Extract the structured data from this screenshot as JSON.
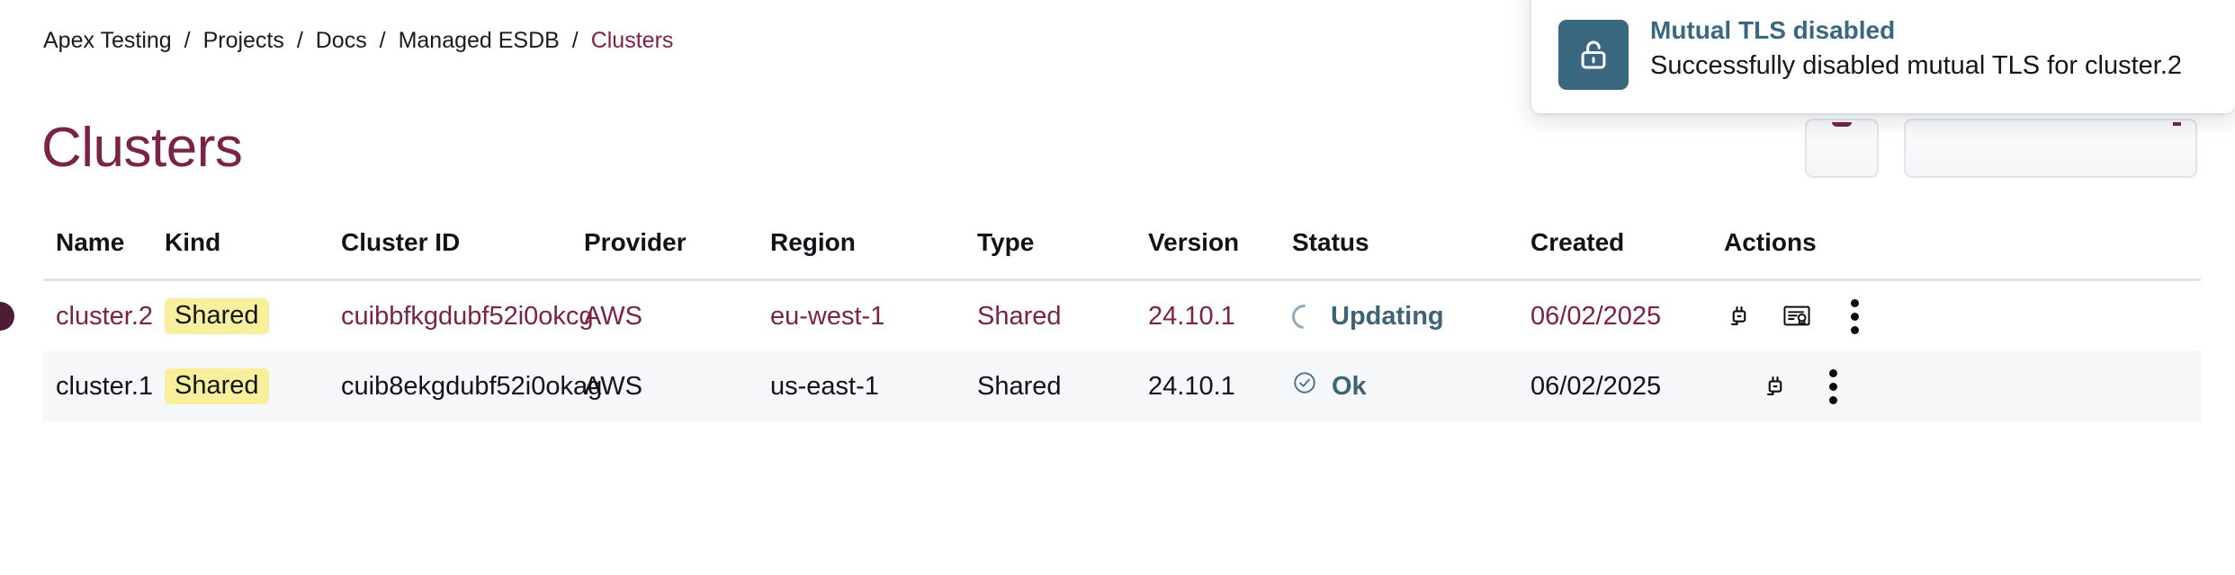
{
  "breadcrumb": {
    "separator": "/",
    "items": [
      {
        "label": "Apex Testing",
        "current": false
      },
      {
        "label": "Projects",
        "current": false
      },
      {
        "label": "Docs",
        "current": false
      },
      {
        "label": "Managed ESDB",
        "current": false
      },
      {
        "label": "Clusters",
        "current": true
      }
    ]
  },
  "page": {
    "title": "Clusters"
  },
  "colors": {
    "accent_maroon": "#7a2346",
    "accent_teal": "#3a6880",
    "badge_yellow": "#f7ef9c",
    "row_zebra": "#f5f7f9",
    "border": "#dfe4e9"
  },
  "table": {
    "columns": [
      {
        "key": "name",
        "label": "Name"
      },
      {
        "key": "kind",
        "label": "Kind"
      },
      {
        "key": "cluster_id",
        "label": "Cluster ID"
      },
      {
        "key": "provider",
        "label": "Provider"
      },
      {
        "key": "region",
        "label": "Region"
      },
      {
        "key": "type",
        "label": "Type"
      },
      {
        "key": "version",
        "label": "Version"
      },
      {
        "key": "status",
        "label": "Status"
      },
      {
        "key": "created",
        "label": "Created"
      },
      {
        "key": "actions",
        "label": "Actions"
      }
    ],
    "rows": [
      {
        "name": "cluster.2",
        "kind": "Shared",
        "cluster_id": "cuibbfkgdubf52i0okcg",
        "provider": "AWS",
        "region": "eu-west-1",
        "type": "Shared",
        "version": "24.10.1",
        "status": "Updating",
        "status_icon": "spinner-icon",
        "created": "06/02/2025",
        "actions": [
          "plug-icon",
          "certificate-icon",
          "more-vertical-icon"
        ],
        "selected": true
      },
      {
        "name": "cluster.1",
        "kind": "Shared",
        "cluster_id": "cuib8ekgdubf52i0okag",
        "provider": "AWS",
        "region": "us-east-1",
        "type": "Shared",
        "version": "24.10.1",
        "status": "Ok",
        "status_icon": "check-circle-icon",
        "created": "06/02/2025",
        "actions": [
          "plug-icon",
          "more-vertical-icon"
        ],
        "selected": false
      }
    ]
  },
  "toast": {
    "icon": "unlock-icon",
    "title": "Mutual TLS disabled",
    "message": "Successfully disabled mutual TLS for cluster.2"
  }
}
